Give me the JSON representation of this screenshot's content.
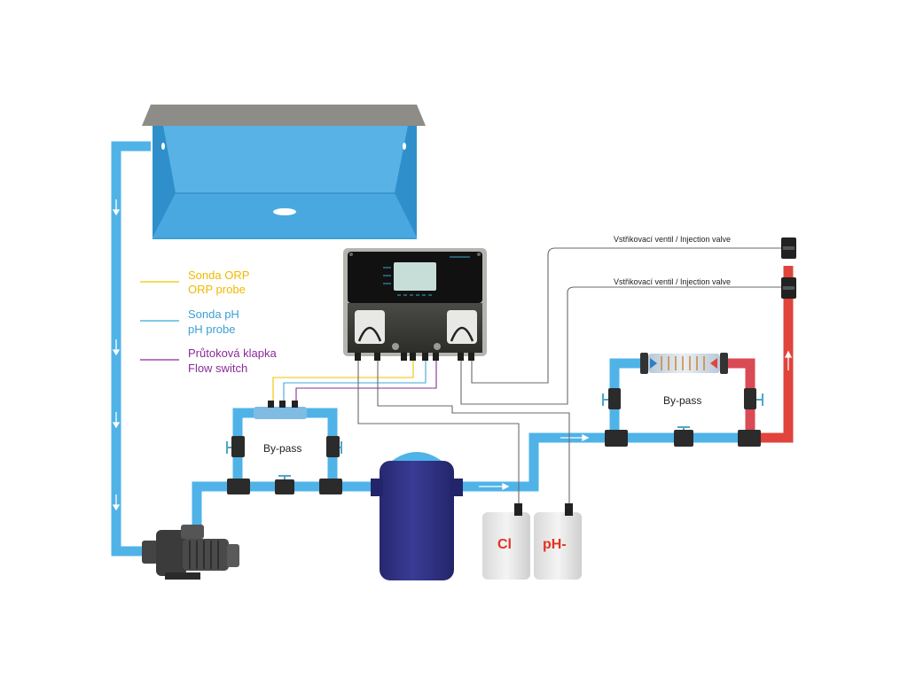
{
  "legend": {
    "orp": {
      "line1": "Sonda ORP",
      "line2": "ORP probe",
      "color": "#f2c200"
    },
    "ph": {
      "line1": "Sonda pH",
      "line2": "pH probe",
      "color": "#3aa8d8"
    },
    "flow": {
      "line1": "Průtoková klapka",
      "line2": "Flow switch",
      "color": "#8a2b9a"
    }
  },
  "labels": {
    "injection_valve_1": "Vstřikovací ventil / Injection valve",
    "injection_valve_2": "Vstřikovací ventil / Injection valve",
    "bypass_left": "By-pass",
    "bypass_right": "By-pass",
    "tank_cl": "Cl",
    "tank_ph": "pH-"
  },
  "colors": {
    "pipe_cold": "#4fb3e8",
    "pipe_hot": "#e0443c",
    "pool_water": "#4aa8e0",
    "pool_rim": "#8e8c87",
    "filter": "#2f3080",
    "controller_body": "#3b3b38",
    "tank_label": "#e33320"
  }
}
